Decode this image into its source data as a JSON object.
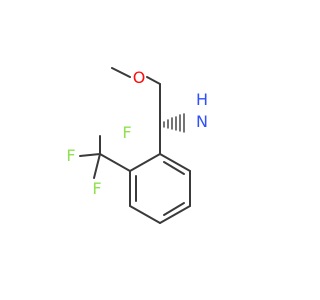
{
  "molecule": {
    "atoms": {
      "oxygen": {
        "symbol": "O",
        "color": "#ff0d0d"
      },
      "nitrogen": {
        "symbol": "N",
        "color": "#3050f8"
      },
      "hydrogen": {
        "symbol": "H",
        "color": "#3050f8"
      },
      "fluorine_1": {
        "symbol": "F",
        "color": "#90e050"
      },
      "fluorine_2": {
        "symbol": "F",
        "color": "#90e050"
      },
      "fluorine_3": {
        "symbol": "F",
        "color": "#90e050"
      }
    },
    "bond_color": "#3a3a3a"
  }
}
